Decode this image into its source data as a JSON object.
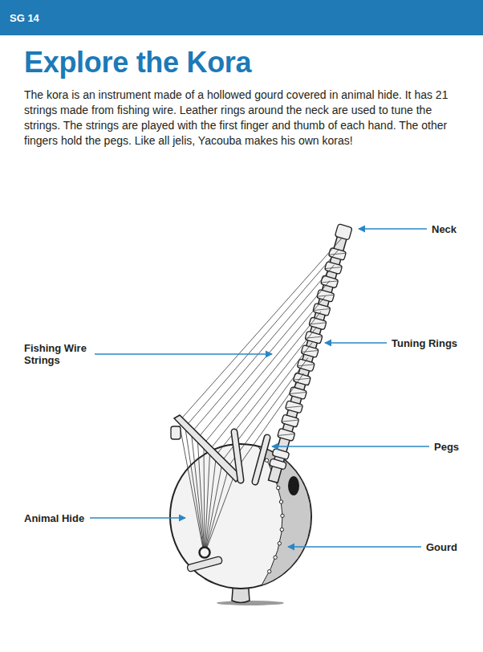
{
  "diagram": {
    "title": "Explore the Kora",
    "labels": [
      "SG 14",
      "The kora is an instrument made of a hollowed gourd covered in animal hide. It has 21 strings made from fishing wire. Leather rings around the neck are used to tune the strings. The strings are played with the first finger and thumb of each hand. The other fingers hold the pegs. Like all jelis, Yacouba makes his own koras!",
      "Neck",
      "Fishing Wire Strings",
      "Tuning Rings",
      "Pegs",
      "Animal Hide",
      "Gourd"
    ]
  }
}
